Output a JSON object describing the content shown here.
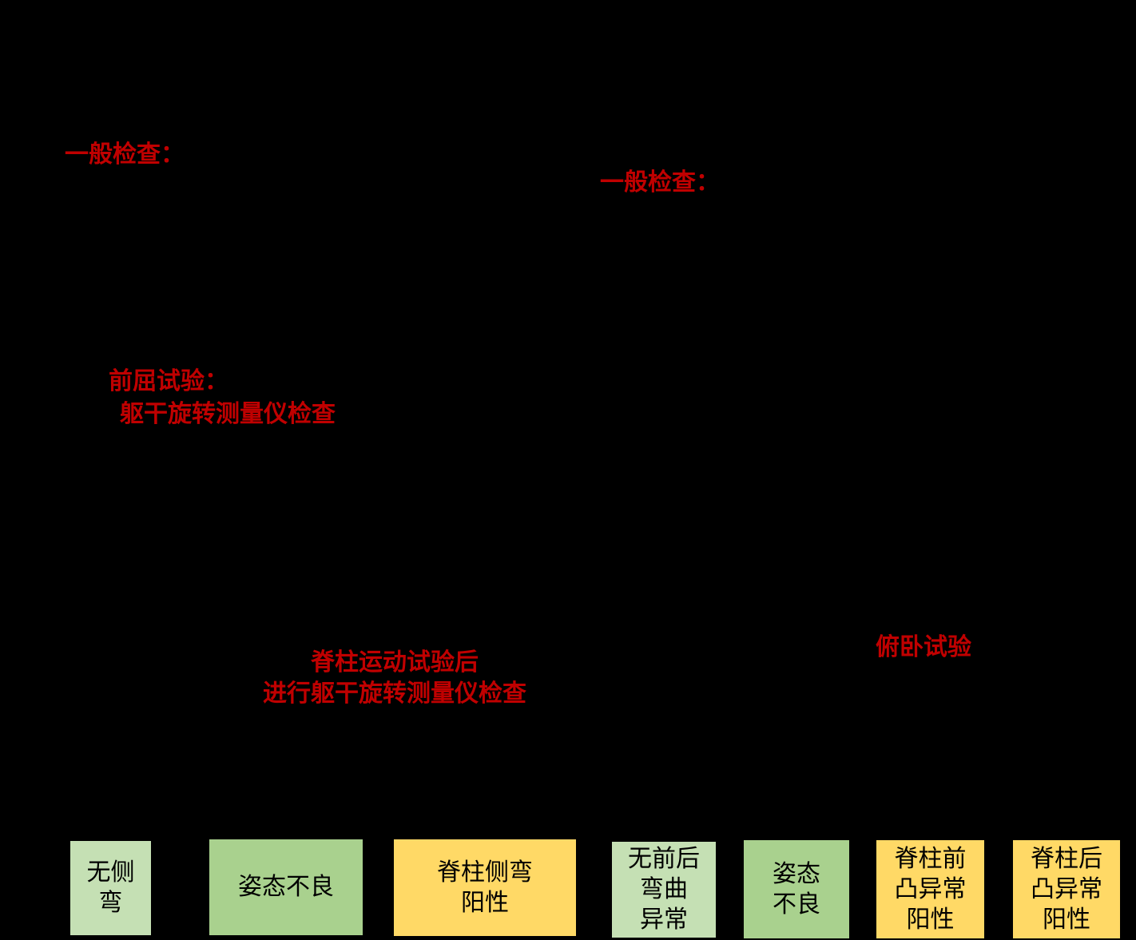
{
  "colors": {
    "background": "#000000",
    "annotation_red": "#C00000",
    "box_light_green": "#C5E0B4",
    "box_green": "#A9D18E",
    "box_yellow": "#FFD966",
    "box_text": "#000000"
  },
  "annotations": {
    "general_check_left": "一般检查：",
    "general_check_right": "一般检查：",
    "forward_bend_line1": "前屈试验：",
    "forward_bend_line2": "躯干旋转测量仪检查",
    "spine_motion_line1": "脊柱运动试验后",
    "spine_motion_line2": "进行躯干旋转测量仪检查",
    "prone_test": "俯卧试验"
  },
  "result_boxes": [
    {
      "id": "no-scoliosis",
      "text": "无侧\n弯",
      "color": "#C5E0B4"
    },
    {
      "id": "poor-posture-left",
      "text": "姿态不良",
      "color": "#A9D18E"
    },
    {
      "id": "scoliosis-positive",
      "text": "脊柱侧弯\n阳性",
      "color": "#FFD966"
    },
    {
      "id": "no-sagittal-abnormality",
      "text": "无前后\n弯曲\n异常",
      "color": "#C5E0B4"
    },
    {
      "id": "poor-posture-right",
      "text": "姿态\n不良",
      "color": "#A9D18E"
    },
    {
      "id": "lordosis-positive",
      "text": "脊柱前\n凸异常\n阳性",
      "color": "#FFD966"
    },
    {
      "id": "kyphosis-positive",
      "text": "脊柱后\n凸异常\n阳性",
      "color": "#FFD966"
    }
  ]
}
